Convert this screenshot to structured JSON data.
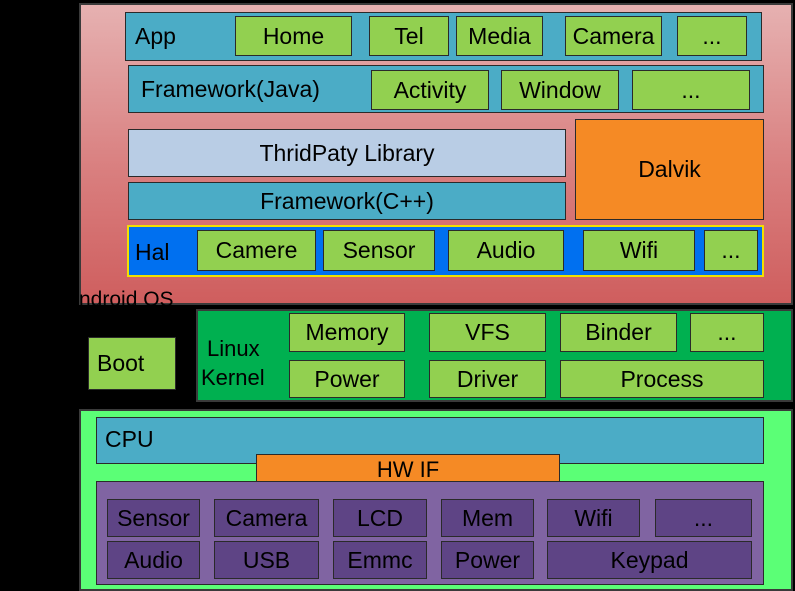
{
  "android_os": {
    "label": "ndroid OS",
    "app": {
      "label": "App",
      "items": [
        "Home",
        "Tel",
        "Media",
        "Camera",
        "..."
      ]
    },
    "framework_java": {
      "label": "Framework(Java)",
      "items": [
        "Activity",
        "Window",
        "..."
      ]
    },
    "third_party_library": "ThridPaty Library",
    "framework_cpp": "Framework(C++)",
    "dalvik": "Dalvik",
    "hal": {
      "label": "Hal",
      "items": [
        "Camere",
        "Sensor",
        "Audio",
        "Wifi",
        "..."
      ]
    }
  },
  "boot": "Boot",
  "linux_kernel": {
    "label_line1": "Linux",
    "label_line2": "Kernel",
    "row1": [
      "Memory",
      "VFS",
      "Binder",
      "..."
    ],
    "row2": [
      "Power",
      "Driver",
      "Process"
    ]
  },
  "hardware": {
    "cpu": "CPU",
    "hw_if": "HW IF",
    "row1": [
      "Sensor",
      "Camera",
      "LCD",
      "Mem",
      "Wifi",
      "..."
    ],
    "row2": [
      "Audio",
      "USB",
      "Emmc",
      "Power",
      "Keypad"
    ]
  },
  "colors": {
    "green_block": "#92d050",
    "blue_block": "#4bacc6",
    "orange_block": "#f58a25",
    "hal_blue": "#0070f0",
    "kernel_green": "#00b050",
    "hardware_green": "#5bff76",
    "purple_block": "#5e4485",
    "purple_outer": "#8064a2"
  }
}
